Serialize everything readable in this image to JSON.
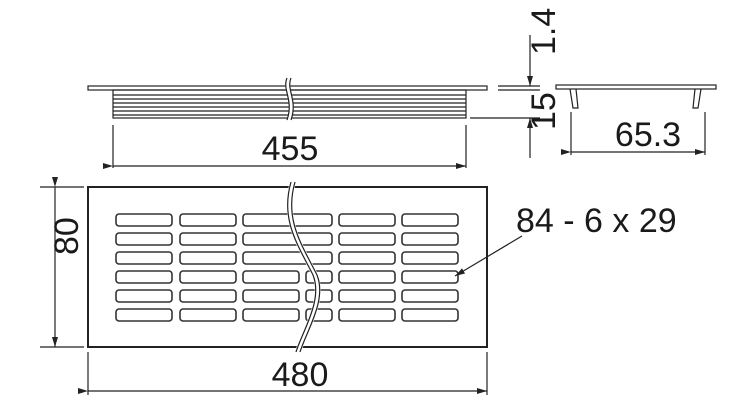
{
  "dimensions": {
    "top_length": "455",
    "flange_thickness": "1.4",
    "body_height": "15",
    "side_width": "65.3",
    "front_height": "80",
    "front_length": "480",
    "slots_note": "84 - 6 x 29"
  },
  "colors": {
    "line": "#222222",
    "background": "#ffffff"
  }
}
